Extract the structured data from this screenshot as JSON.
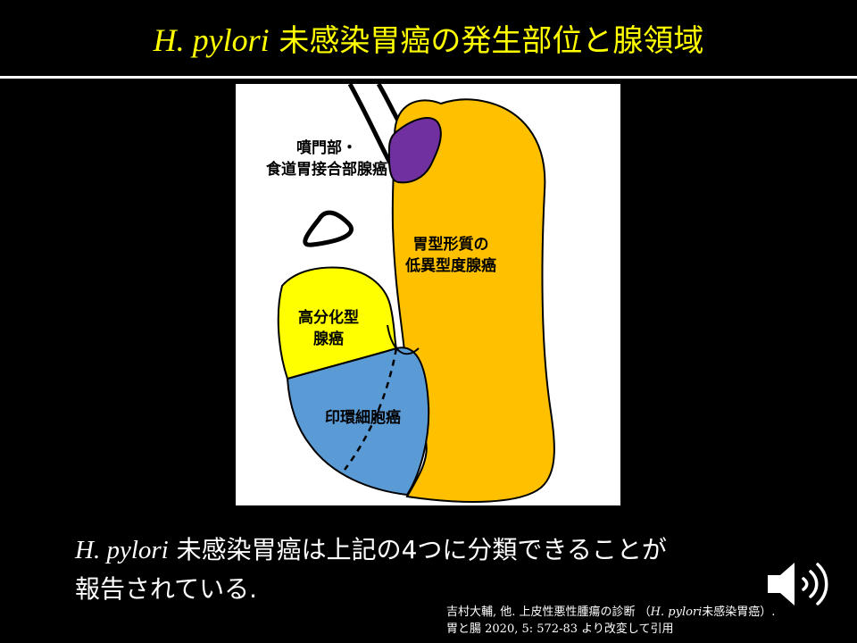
{
  "title": {
    "latin": "H. pylori",
    "text": " 未感染胃癌の発生部位と腺領域"
  },
  "labels": {
    "cardia_line1": "噴門部・",
    "cardia_line2": "食道胃接合部腺癌",
    "gastric_line1": "胃型形質の",
    "gastric_line2": "低異型度腺癌",
    "diff_line1": "高分化型",
    "diff_line2": "腺癌",
    "signet": "印環細胞癌"
  },
  "caption": {
    "latin": "H. pylori",
    "line1_rest": " 未感染胃癌は上記の4つに分類できることが",
    "line2": "報告されている."
  },
  "reference": {
    "line1_a": "吉村大輔, 他. 上皮性悪性腫瘍の診断 （",
    "line1_latin": "H. pylori",
    "line1_b": "未感染胃癌）.",
    "line2": "胃と腸 2020, 5: 572-83 より改変して引用"
  },
  "colors": {
    "title": "#ffff00",
    "orange": "#ffc000",
    "purple": "#7030a0",
    "yellow": "#ffff00",
    "blue": "#5b9bd5"
  },
  "icons": {
    "speaker": "speaker-icon"
  }
}
